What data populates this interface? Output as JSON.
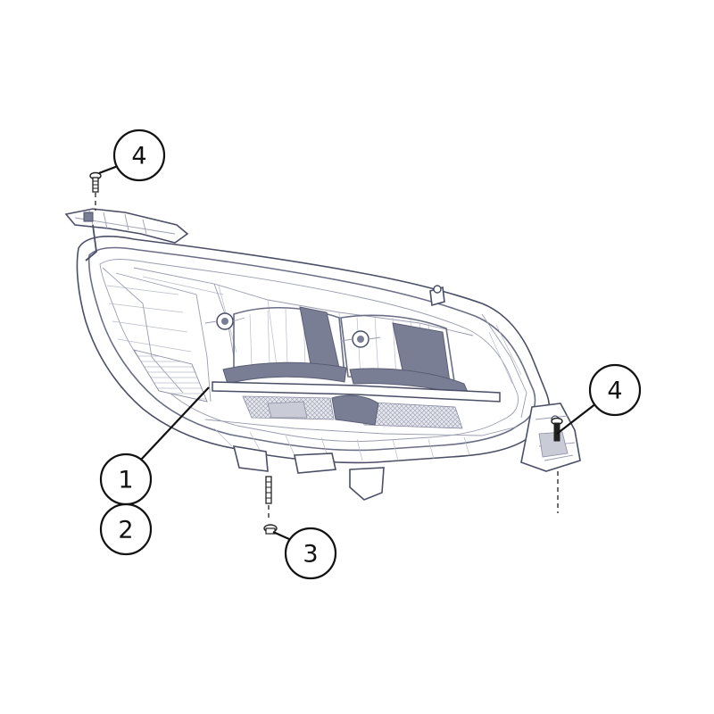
{
  "callouts": {
    "c4_top": "4",
    "c4_right": "4",
    "c1": "1",
    "c2": "2",
    "c3": "3"
  }
}
